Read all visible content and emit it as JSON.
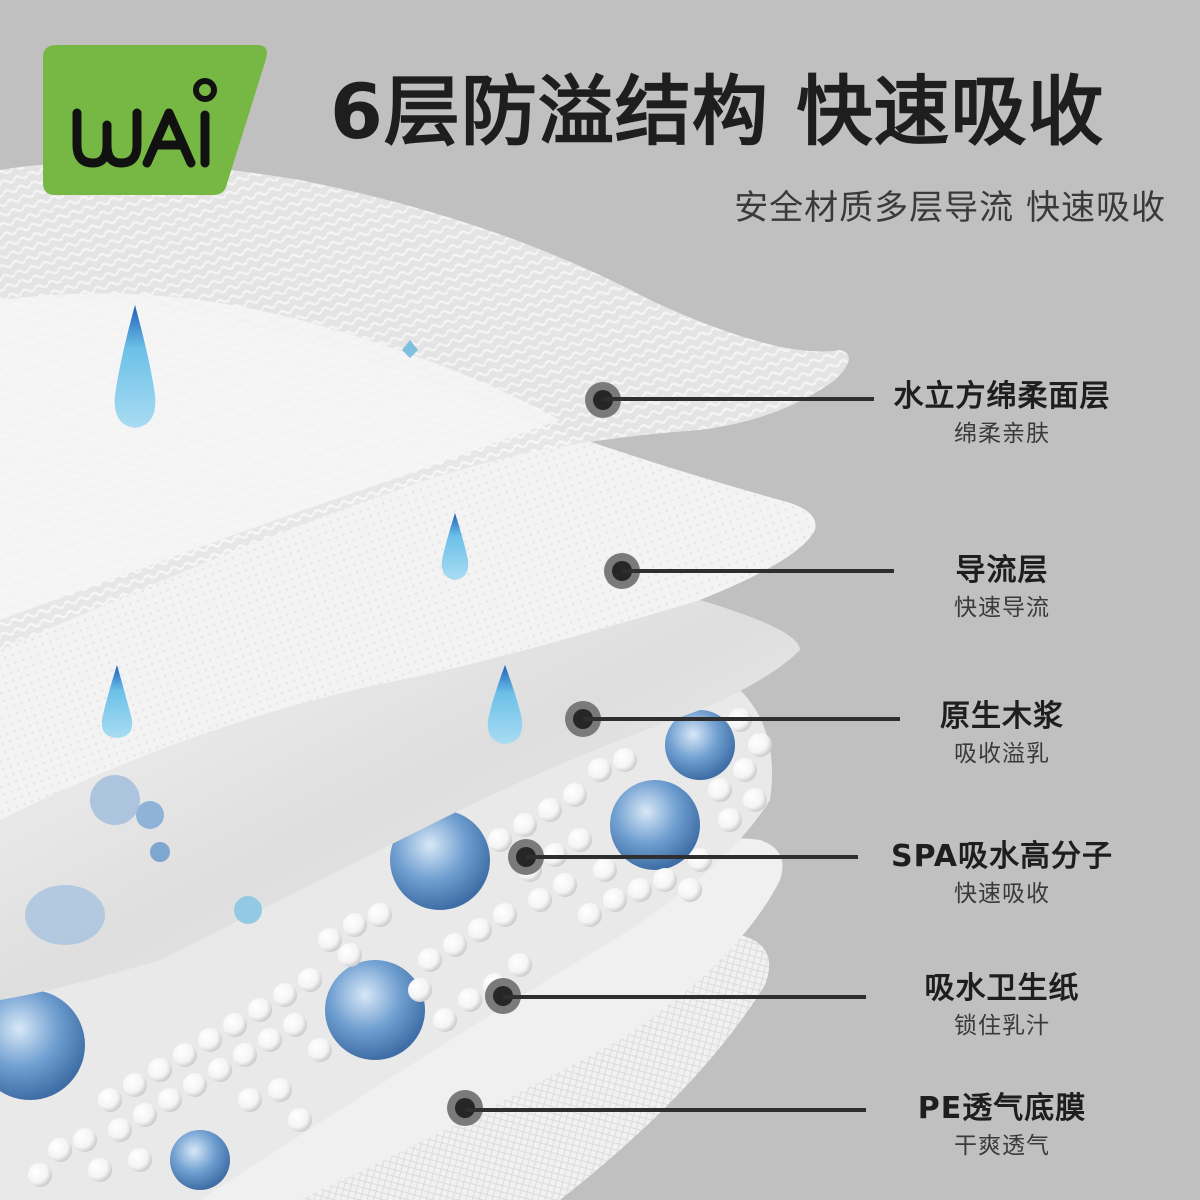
{
  "brand": {
    "logo_text": "wAi",
    "logo_color": "#76b843",
    "logo_text_color": "#111111"
  },
  "header": {
    "headline": "6层防溢结构 快速吸收",
    "subheadline": "安全材质多层导流 快速吸收"
  },
  "colors": {
    "background": "#c0c0c0",
    "text_primary": "#1e1e1e",
    "text_secondary": "#3a3a3a",
    "marker_outer": "#7a7a7a",
    "marker_inner": "#262626",
    "line": "#2e2e2e",
    "droplet": "#7ec8e3",
    "gel_bead": "#5b8fc7"
  },
  "layers": [
    {
      "title": "水立方绵柔面层",
      "subtitle": "绵柔亲肤"
    },
    {
      "title": "导流层",
      "subtitle": "快速导流"
    },
    {
      "title": "原生木浆",
      "subtitle": "吸收溢乳"
    },
    {
      "title": "SPA吸水高分子",
      "subtitle": "快速吸收"
    },
    {
      "title": "吸水卫生纸",
      "subtitle": "锁住乳汁"
    },
    {
      "title": "PE透气底膜",
      "subtitle": "干爽透气"
    }
  ]
}
